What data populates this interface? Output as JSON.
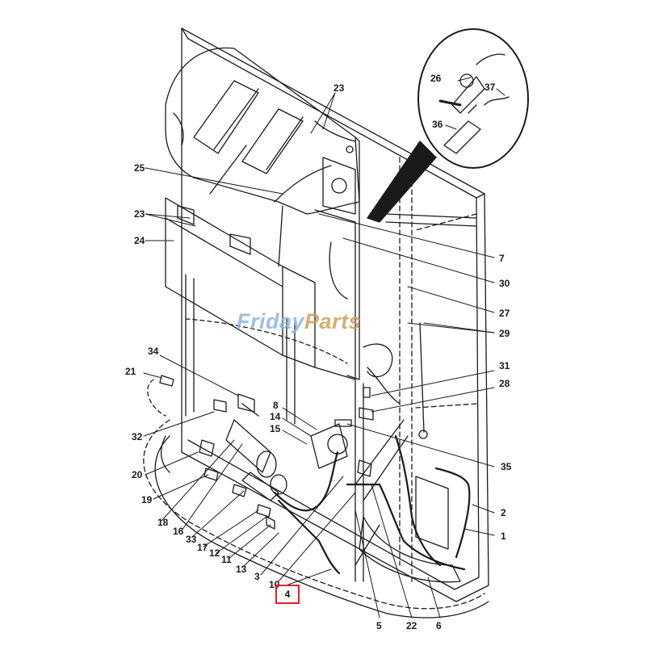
{
  "watermark": {
    "part1": "Friday",
    "part2": "Parts"
  },
  "highlighted_part": "4",
  "callouts": {
    "c23a": "23",
    "c25": "25",
    "c23b": "23",
    "c24": "24",
    "c26": "26",
    "c37": "37",
    "c36": "36",
    "c7": "7",
    "c30": "30",
    "c27": "27",
    "c29": "29",
    "c34": "34",
    "c21": "21",
    "c31": "31",
    "c28": "28",
    "c8": "8",
    "c14": "14",
    "c15": "15",
    "c32": "32",
    "c35": "35",
    "c20": "20",
    "c19": "19",
    "c2": "2",
    "c1": "1",
    "c18": "18",
    "c16": "16",
    "c33": "33",
    "c17": "17",
    "c12": "12",
    "c11": "11",
    "c13": "13",
    "c3": "3",
    "c10": "10",
    "c5": "5",
    "c22": "22",
    "c6": "6"
  },
  "colors": {
    "line": "#1a1a1a",
    "highlight": "#e0202b",
    "watermark_blue": "#8fb4de",
    "watermark_gold": "#c7a25a"
  }
}
